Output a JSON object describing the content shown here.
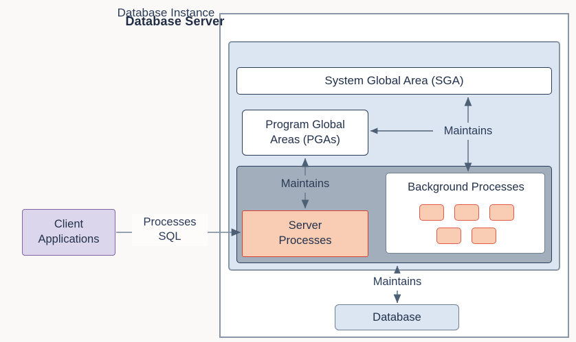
{
  "diagram": {
    "title": "Database Server",
    "type": "architecture-diagram",
    "page_background": "#fbf9f7",
    "colors": {
      "instance_fill": "#dce5f2",
      "process_container_fill": "#a3aebc",
      "server_process_fill": "#f9cdb4",
      "server_process_border": "#d93f30",
      "client_fill": "#dcd6ec",
      "client_border": "#8064a2",
      "text": "#22314c",
      "edge": "#6f7f93"
    }
  },
  "server": {
    "title": "Database Server"
  },
  "instance": {
    "title": "Database Instance",
    "sga": {
      "label": "System Global Area (SGA)"
    },
    "pga": {
      "line1": "Program Global",
      "line2": "Areas (PGAs)"
    },
    "server_processes": {
      "line1": "Server",
      "line2": "Processes"
    },
    "background_processes": {
      "title": "Background Processes",
      "chip_count": 5,
      "chips": [
        {
          "name": "process-chip-1"
        },
        {
          "name": "process-chip-2"
        },
        {
          "name": "process-chip-3"
        },
        {
          "name": "process-chip-4"
        },
        {
          "name": "process-chip-5"
        }
      ]
    }
  },
  "database": {
    "label": "Database"
  },
  "client": {
    "line1": "Client",
    "line2": "Applications"
  },
  "edges": {
    "processes_sql": {
      "line1": "Processes",
      "line2": "SQL"
    },
    "maintains_sga": "Maintains",
    "maintains_server": "Maintains",
    "maintains_database": "Maintains"
  }
}
